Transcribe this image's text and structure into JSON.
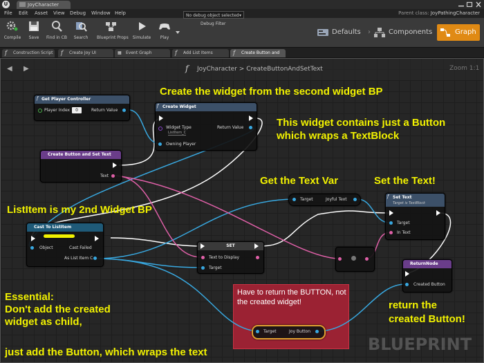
{
  "window": {
    "doc_tab": "JoyCharacter",
    "parent_class_label": "Parent class:",
    "parent_class_value": "JoyPathingCharacter"
  },
  "menu": [
    "File",
    "Edit",
    "Asset",
    "View",
    "Debug",
    "Window",
    "Help"
  ],
  "toolbar": {
    "compile": "Compile",
    "save": "Save",
    "find": "Find in CB",
    "search": "Search",
    "blueprint_props": "Blueprint Props",
    "simulate": "Simulate",
    "play": "Play",
    "debug_select": "No debug object selected",
    "debug_caption": "Debug Filter"
  },
  "modes": {
    "defaults": "Defaults",
    "components": "Components",
    "graph": "Graph"
  },
  "graph_tabs": [
    "Construction Script",
    "Create Joy UI",
    "Event Graph",
    "Add List Items",
    "Create Button and"
  ],
  "breadcrumb": {
    "root": "JoyCharacter",
    "sep": ">",
    "current": "CreateButtonAndSetText"
  },
  "zoom": "Zoom 1:1",
  "watermark": "BLUEPRINT",
  "nodes": {
    "get_player_controller": {
      "title": "Get Player Controller",
      "player_index": "Player Index",
      "player_index_value": "0",
      "return_value": "Return Value"
    },
    "create_widget": {
      "title": "Create Widget",
      "widget_type": "Widget Type",
      "widget_type_value": "ListItem_C",
      "owning_player": "Owning Player",
      "return_value": "Return Value"
    },
    "create_button_and_set_text": {
      "title": "Create Button and Set Text",
      "text": "Text"
    },
    "cast": {
      "title": "Cast To ListItem",
      "object": "Object",
      "cast_failed": "Cast Failed",
      "as_list_item": "As List Item C"
    },
    "set": {
      "title": "SET",
      "text_to_display": "Text to Display",
      "target": "Target"
    },
    "get_text_var": {
      "target": "Target",
      "output": "Joyful Text"
    },
    "set_text": {
      "title": "Set Text",
      "subtitle": "Target is TextBlock",
      "target": "Target",
      "in_text": "In Text"
    },
    "return_node": {
      "title": "ReturnNode",
      "created_button": "Created Button"
    },
    "joy_button": {
      "target": "Target",
      "output": "Joy Button"
    }
  },
  "annotations": {
    "create_widget": "Create the widget from the second widget BP",
    "widget_contains_1": "This widget contains just a Button",
    "widget_contains_2": "which wraps a TextBlock",
    "get_text_var": "Get the Text Var",
    "set_the_text": "Set the Text!",
    "list_item": "ListItem is my 2nd Widget BP",
    "essential_1": "Essential:",
    "essential_2": "Don't add the created",
    "essential_3": "widget as child,",
    "essential_4": "just add the Button, which wraps the text",
    "return_1": "return the",
    "return_2": "created Button!"
  },
  "comment_box": "Have to return the BUTTON, not the created widget!",
  "colors": {
    "accent": "#e08a14",
    "annotation": "#f2f200",
    "exec_wire": "#ffffff",
    "object_wire": "#38a8e0",
    "text_wire": "#e060a8",
    "function_header": "#3c5068",
    "event_header": "#6a3d8a",
    "cast_header": "#1f5a78",
    "comment": "#9b2233"
  }
}
